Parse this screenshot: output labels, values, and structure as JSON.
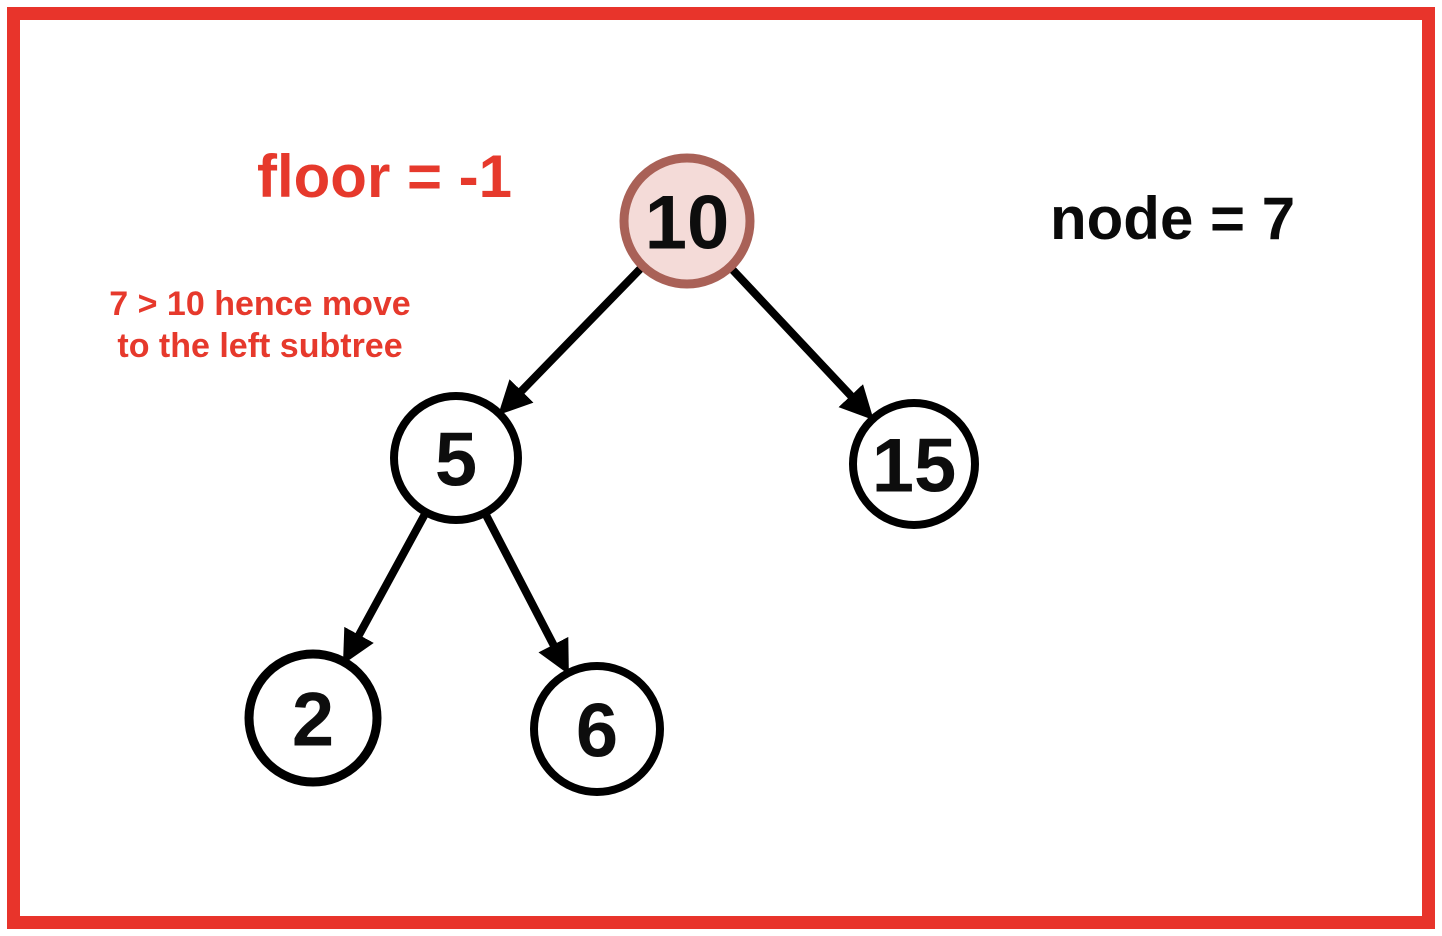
{
  "labels": {
    "floor": "floor = -1",
    "node": "node = 7",
    "annotation_line1": "7 > 10 hence move",
    "annotation_line2": "to the left subtree"
  },
  "colors": {
    "frame_red": "#e8342b",
    "text_red": "#e6392c",
    "edge_black": "#000000",
    "node_fill": "#ffffff",
    "node_stroke": "#000000",
    "node_text": "#0d0d0d",
    "highlight_fill": "#f4dbd8",
    "highlight_stroke": "#a96157"
  },
  "tree": {
    "nodes": [
      {
        "value": "10",
        "highlighted": true
      },
      {
        "value": "5",
        "highlighted": false
      },
      {
        "value": "15",
        "highlighted": false
      },
      {
        "value": "2",
        "highlighted": false
      },
      {
        "value": "6",
        "highlighted": false
      }
    ],
    "edges": [
      {
        "from": "10",
        "to": "5"
      },
      {
        "from": "10",
        "to": "15"
      },
      {
        "from": "5",
        "to": "2"
      },
      {
        "from": "5",
        "to": "6"
      }
    ]
  }
}
